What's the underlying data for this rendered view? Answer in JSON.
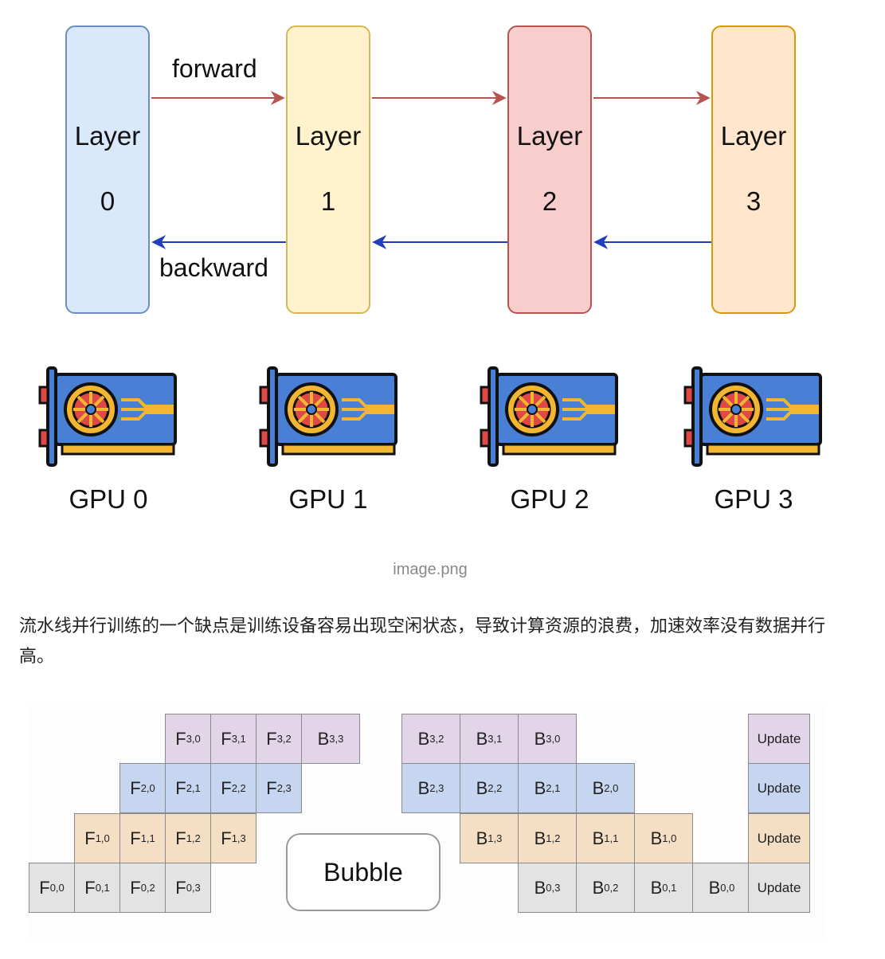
{
  "figure1": {
    "forward_label": "forward",
    "backward_label": "backward",
    "layers": [
      {
        "word": "Layer",
        "index": "0",
        "fill": "#dae8fc",
        "stroke": "#6c8ebf"
      },
      {
        "word": "Layer",
        "index": "1",
        "fill": "#fff2cc",
        "stroke": "#d6b656"
      },
      {
        "word": "Layer",
        "index": "2",
        "fill": "#f8cecc",
        "stroke": "#b85450"
      },
      {
        "word": "Layer",
        "index": "3",
        "fill": "#ffe6cc",
        "stroke": "#d79b00"
      }
    ],
    "forward_color": "#b85450",
    "backward_color": "#1f3fbf",
    "gpus": [
      "GPU 0",
      "GPU 1",
      "GPU 2",
      "GPU 3"
    ],
    "gpu_icon": "graphics-card-icon"
  },
  "caption": "image.png",
  "paragraph": "流水线并行训练的一个缺点是训练设备容易出现空闲状态，导致计算资源的浪费，加速效率没有数据并行高。",
  "figure2": {
    "colors": {
      "row3": "#e1d5e7",
      "row2": "#c6d6f1",
      "row1": "#f5dfc4",
      "row0": "#e3e3e3"
    },
    "rows": [
      {
        "forward": [
          "3,0",
          "3,1",
          "3,2",
          "3,3"
        ],
        "backward": [
          "3,3",
          "3,2",
          "3,1",
          "3,0"
        ]
      },
      {
        "forward": [
          "2,0",
          "2,1",
          "2,2",
          "2,3"
        ],
        "backward": [
          "2,3",
          "2,2",
          "2,1",
          "2,0"
        ]
      },
      {
        "forward": [
          "1,0",
          "1,1",
          "1,2",
          "1,3"
        ],
        "backward": [
          "1,3",
          "1,2",
          "1,1",
          "1,0"
        ]
      },
      {
        "forward": [
          "0,0",
          "0,1",
          "0,2",
          "0,3"
        ],
        "backward": [
          "0,3",
          "0,2",
          "0,1",
          "0,0"
        ]
      }
    ],
    "forward_letter": "F",
    "backward_letter": "B",
    "update_label": "Update",
    "bubble_label": "Bubble"
  }
}
